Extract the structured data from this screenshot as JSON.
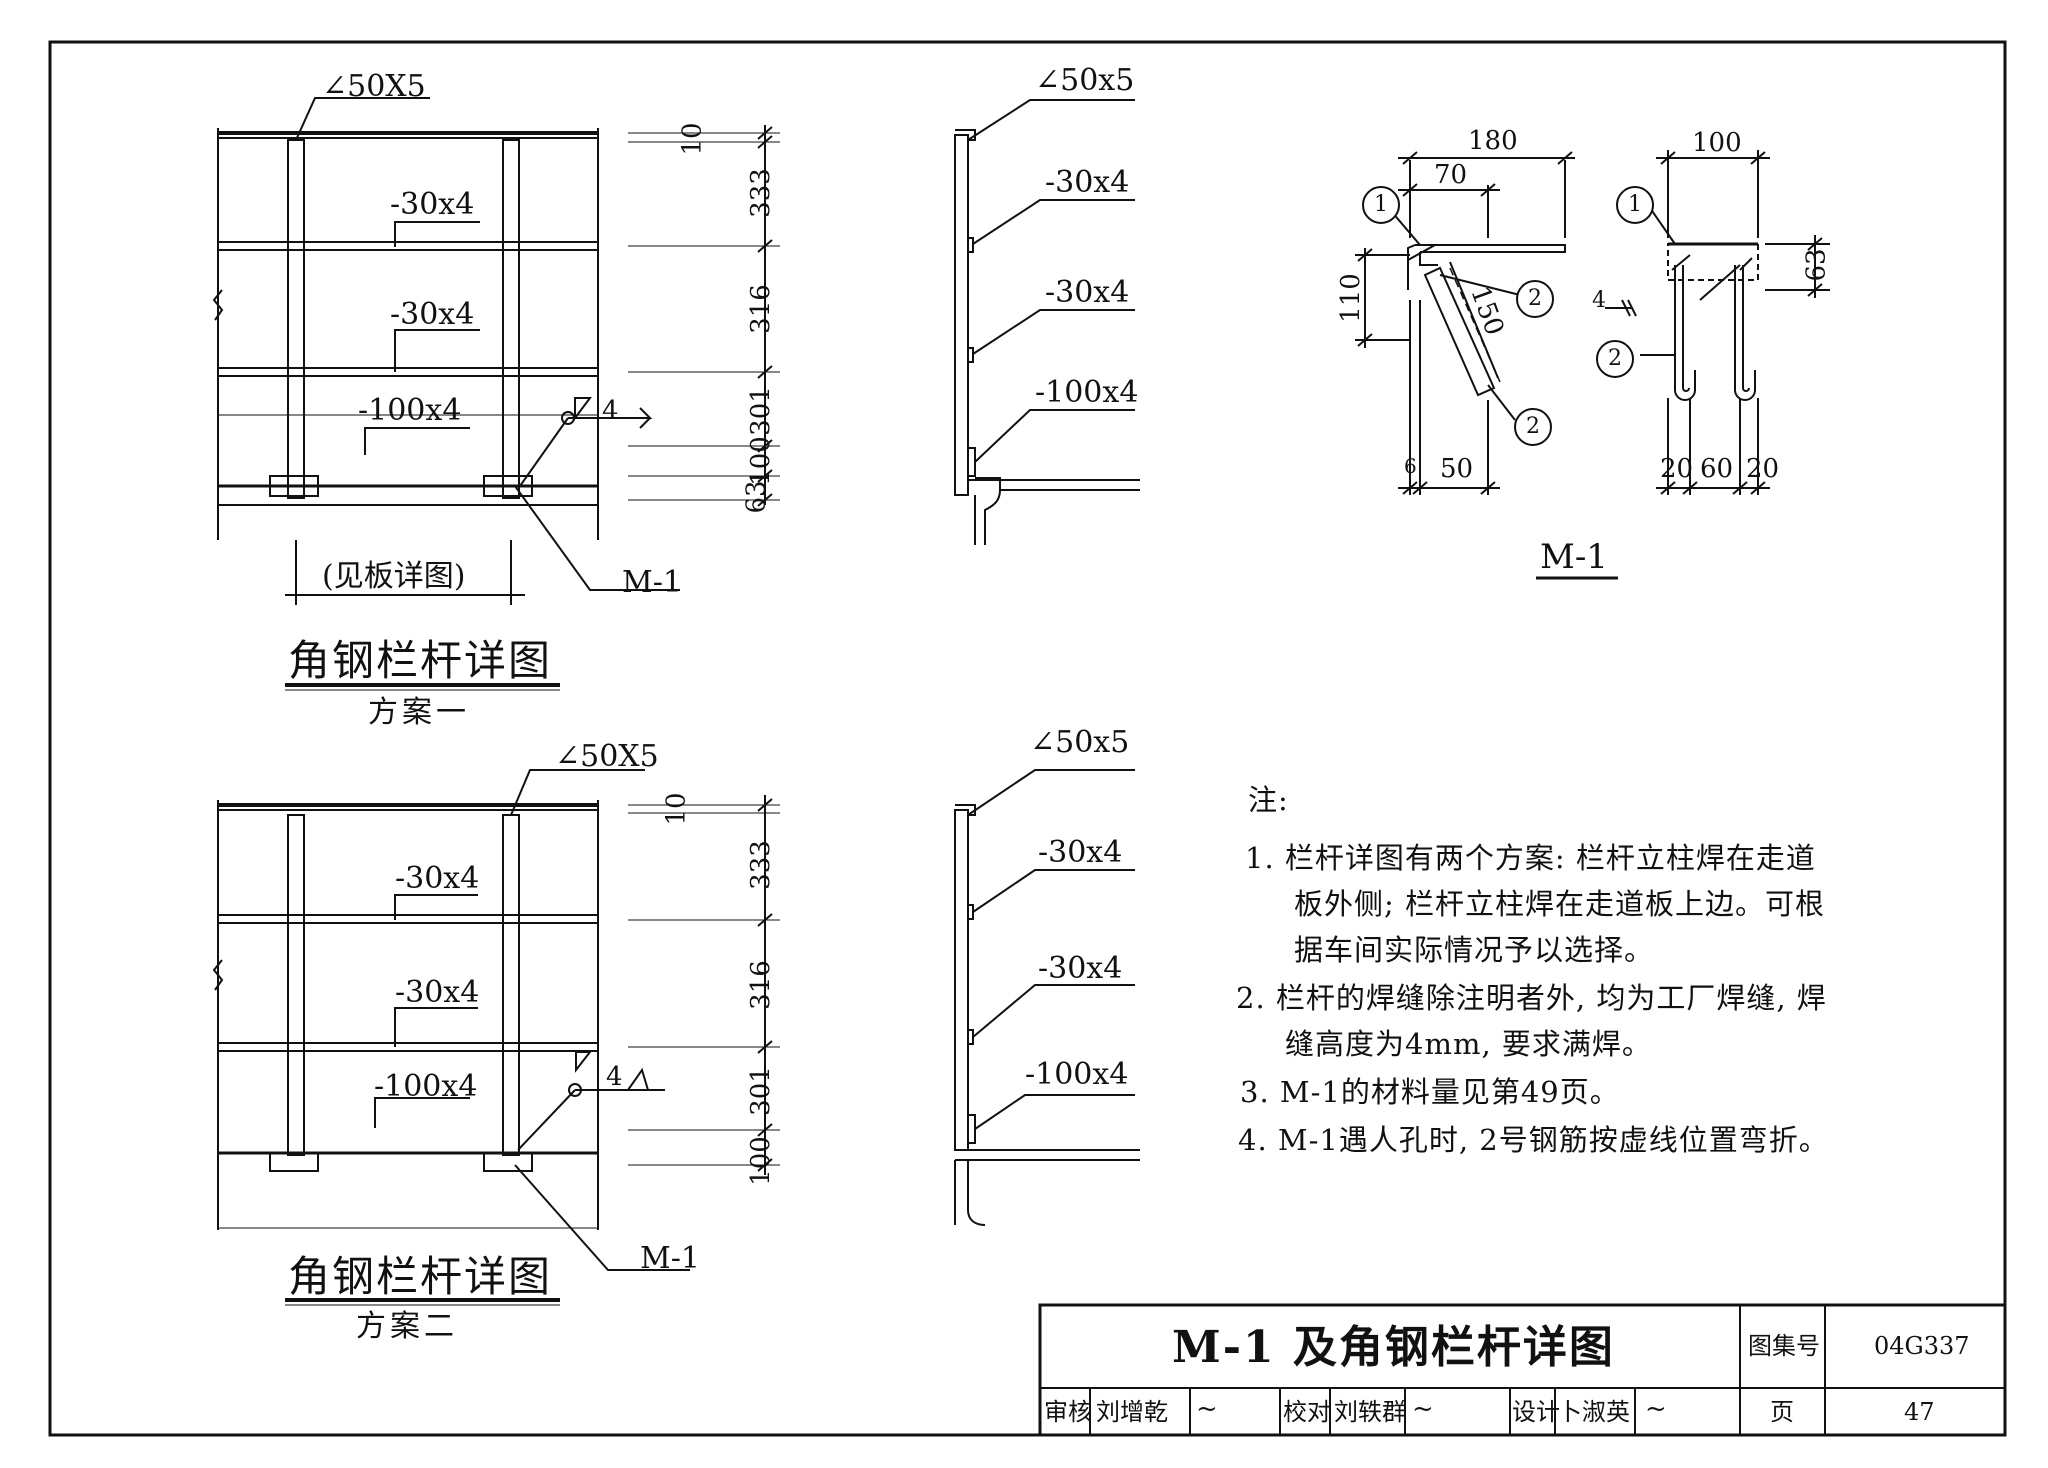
{
  "scheme1": {
    "elev_top_angle": "∠50X5",
    "rail_1": "-30x4",
    "rail_2": "-30x4",
    "toe_plate": "-100x4",
    "weld_size": "4",
    "base_span": "(见板详图)",
    "embed_label": "M-1",
    "dims": [
      "10",
      "333",
      "316",
      "301",
      "100",
      "63"
    ],
    "side_top_angle": "∠50x5",
    "side_rail_1": "-30x4",
    "side_rail_2": "-30x4",
    "side_toe": "-100x4",
    "title": "角钢栏杆详图",
    "subtitle": "方案一"
  },
  "m1": {
    "left": {
      "dim_180": "180",
      "dim_70": "70",
      "dim_110": "110",
      "dim_150": "150",
      "dim_6": "6",
      "dim_50": "50",
      "callout_1": "1",
      "callout_2a": "2",
      "callout_2b": "2"
    },
    "right": {
      "dim_100": "100",
      "dim_63": "63",
      "dim_4": "4",
      "dim_20a": "20",
      "dim_60": "60",
      "dim_20b": "20",
      "callout_1": "1",
      "callout_2": "2"
    },
    "title": "M-1"
  },
  "scheme2": {
    "elev_top_angle": "∠50X5",
    "rail_1": "-30x4",
    "rail_2": "-30x4",
    "toe_plate": "-100x4",
    "weld_size": "4",
    "embed_label": "M-1",
    "dims": [
      "10",
      "333",
      "316",
      "301",
      "100"
    ],
    "side_top_angle": "∠50x5",
    "side_rail_1": "-30x4",
    "side_rail_2": "-30x4",
    "side_toe": "-100x4",
    "title": "角钢栏杆详图",
    "subtitle": "方案二"
  },
  "notes": {
    "heading": "注:",
    "n1_l1": "1.  栏杆详图有两个方案: 栏杆立柱焊在走道",
    "n1_l2": "板外侧; 栏杆立柱焊在走道板上边。可根",
    "n1_l3": "据车间实际情况予以选择。",
    "n2_l1": "2.  栏杆的焊缝除注明者外, 均为工厂焊缝, 焊",
    "n2_l2": "缝高度为4mm, 要求满焊。",
    "n3": "3.  M-1的材料量见第49页。",
    "n4": "4.  M-1遇人孔时, 2号钢筋按虚线位置弯折。"
  },
  "title_block": {
    "drawing_title": "M-1  及角钢栏杆详图",
    "atlas_label": "图集号",
    "atlas_no": "04G337",
    "page_label": "页",
    "page_no": "47",
    "review_label": "审核",
    "reviewer": "刘增乾",
    "check_label": "校对",
    "checker": "刘轶群",
    "design_label": "设计",
    "designer": "卜淑英"
  }
}
